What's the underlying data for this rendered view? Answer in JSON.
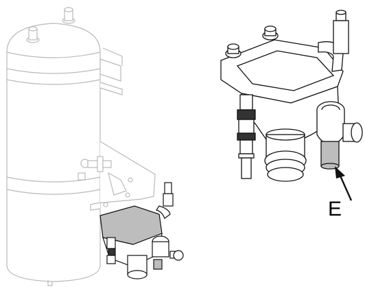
{
  "diagram": {
    "callouts": [
      {
        "letter": "E",
        "target": "gray-sleeve-on-outlet-port"
      }
    ],
    "colors": {
      "line_dark": "#111111",
      "line_faded": "#b9b9b9",
      "highlight_fill": "#bdbdbd",
      "background": "#ffffff"
    },
    "parts": [
      "air-tank",
      "mounting-bracket",
      "valve-assembly",
      "valve-detail-view"
    ]
  }
}
